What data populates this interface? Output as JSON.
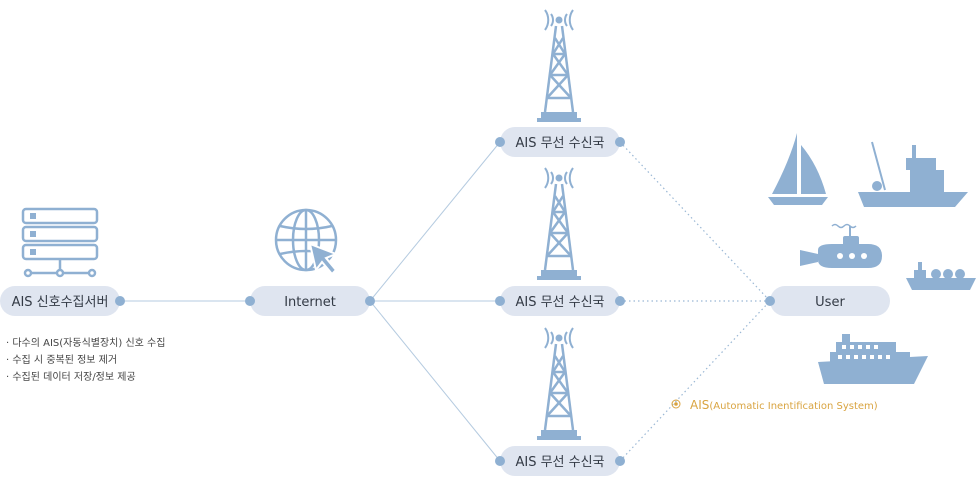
{
  "nodes": {
    "server": {
      "label": "AIS 신호수집서버",
      "icon": "server-icon"
    },
    "internet": {
      "label": "Internet",
      "icon": "globe-cursor-icon"
    },
    "station_top": {
      "label": "AIS 무선 수신국",
      "icon": "radio-tower-icon"
    },
    "station_mid": {
      "label": "AIS 무선 수신국",
      "icon": "radio-tower-icon"
    },
    "station_bottom": {
      "label": "AIS 무선 수신국",
      "icon": "radio-tower-icon"
    },
    "user": {
      "label": "User"
    }
  },
  "server_notes": [
    "· 다수의 AIS(자동식별장치) 신호 수집",
    "· 수집 시 중복된 정보 제거",
    "· 수집된 데이터 저장/정보 제공"
  ],
  "legend": {
    "abbr": "AIS",
    "full": "(Automatic Inentification System)"
  },
  "vessels": [
    "sailboat-icon",
    "fishing-boat-icon",
    "submarine-icon",
    "tanker-ship-icon",
    "cruise-ship-icon"
  ],
  "colors": {
    "pill": "#dfe5f0",
    "icon": "#8fb0d2",
    "dot": "#8fb0d2",
    "line": "#b5cbe0",
    "legend": "#d9a441"
  }
}
